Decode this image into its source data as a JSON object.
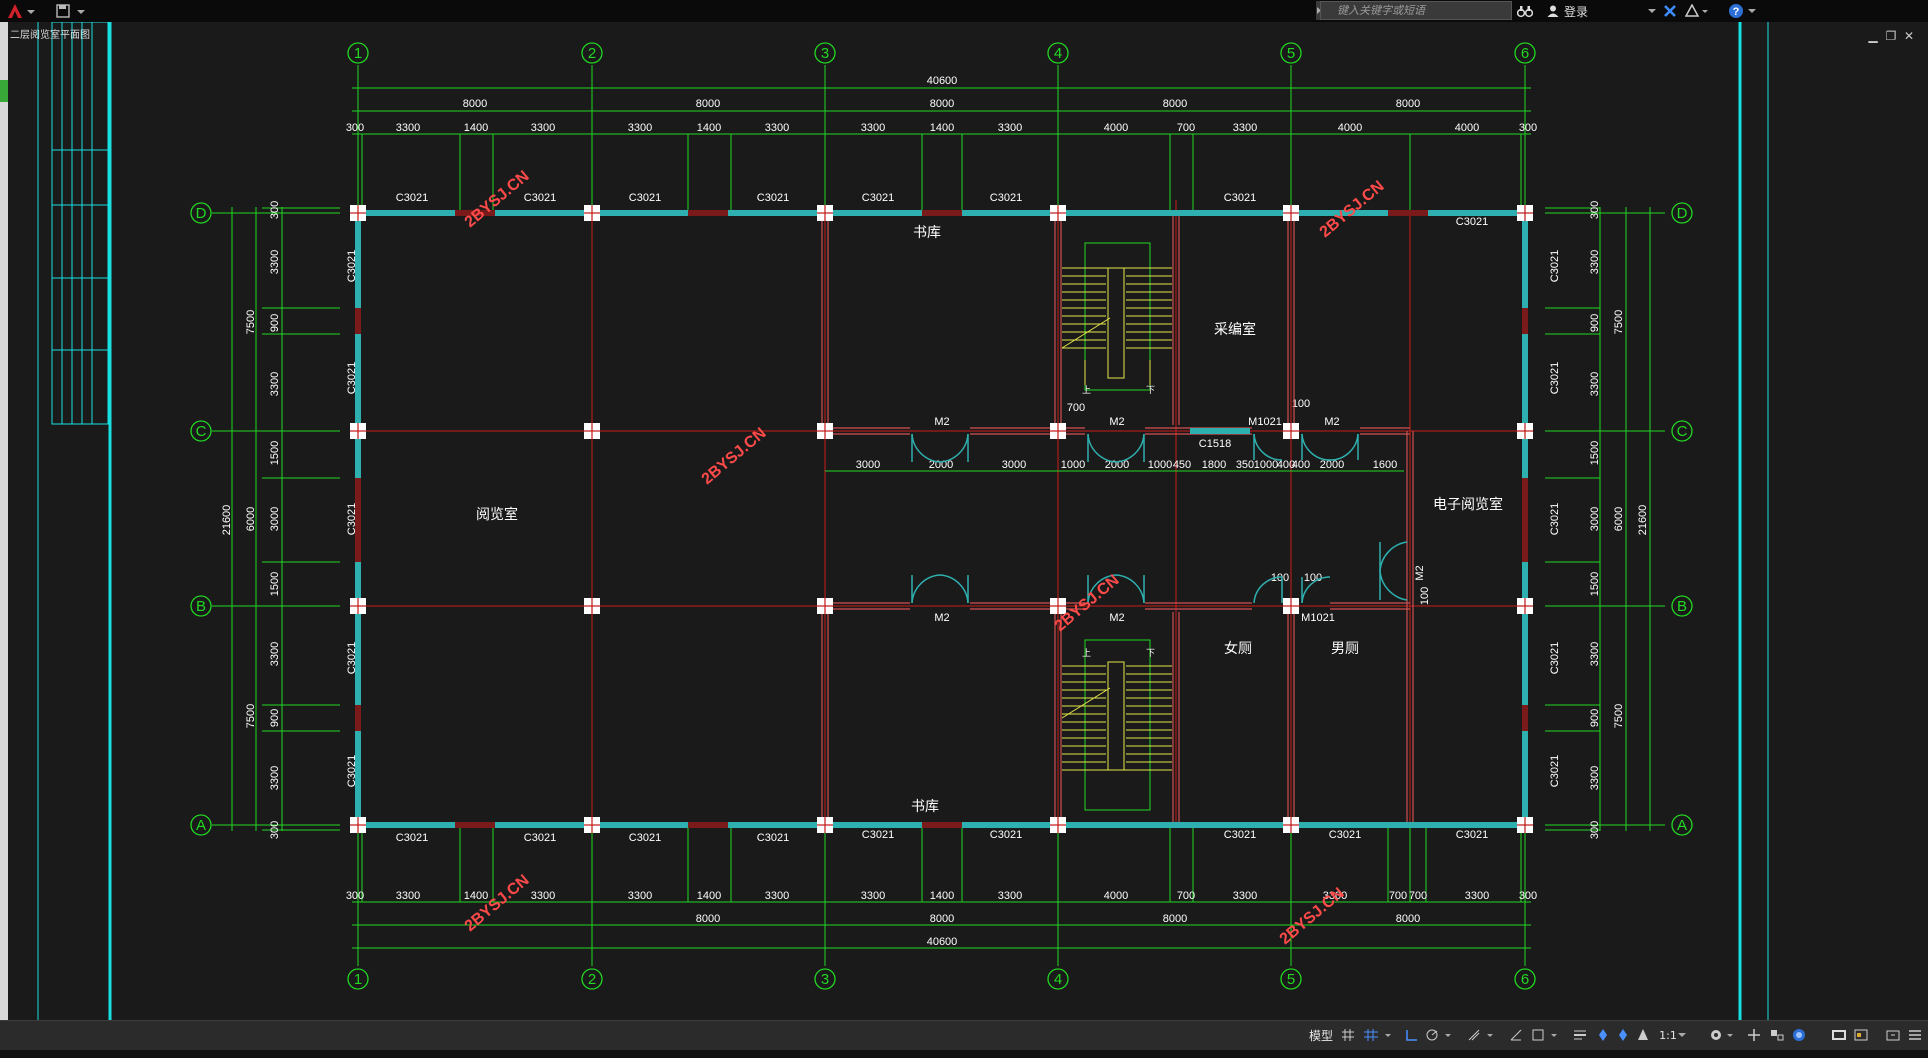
{
  "app": {
    "logo_icon": "autocad-logo-icon",
    "file_fragment": "二层阅览室平面图"
  },
  "search": {
    "placeholder": "键入关键字或短语"
  },
  "user": {
    "login_label": "登录"
  },
  "colors": {
    "background": "#1a1a1a",
    "axis": "#d22020",
    "dim": "#22d822",
    "wall": "#2fb0b0",
    "text": "#ffffff",
    "stair": "#e6e64a",
    "watermark": "#ff4a4a",
    "cyan_frame": "#19e0e0"
  },
  "statusbar": {
    "model_label": "模型",
    "scale_label": "1:1"
  },
  "grid": {
    "x_labels": [
      "1",
      "2",
      "3",
      "4",
      "5",
      "6"
    ],
    "y_labels": [
      "D",
      "C",
      "B",
      "A"
    ]
  },
  "dims": {
    "total": "40600",
    "top_bays": [
      "8000",
      "8000",
      "8000",
      "8000",
      "8000"
    ],
    "top_detail": [
      "300",
      "3300",
      "1400",
      "3300",
      "3300",
      "1400",
      "3300",
      "3300",
      "1400",
      "3300",
      "4000",
      "700",
      "3300",
      "4000",
      "4000",
      "300"
    ],
    "bottom_bays": [
      "8000",
      "8000",
      "8000",
      "8000"
    ],
    "bottom_detail": [
      "300",
      "3300",
      "1400",
      "3300",
      "3300",
      "1400",
      "3300",
      "3300",
      "1400",
      "3300",
      "4000",
      "700",
      "3300",
      "3300",
      "700",
      "700",
      "3300",
      "300"
    ],
    "left_outer": "21600",
    "left_mid": [
      "7500",
      "6000",
      "7500"
    ],
    "left_detail": [
      "300",
      "3300",
      "900",
      "3300",
      "1500",
      "3000",
      "1500",
      "3300",
      "900",
      "3300",
      "300"
    ],
    "right_outer": "21600",
    "right_mid": [
      "7500",
      "6000",
      "7500"
    ],
    "right_detail": [
      "300",
      "3300",
      "900",
      "3300",
      "1500",
      "3000",
      "1500",
      "3300",
      "900",
      "3300",
      "300"
    ],
    "corridor": [
      "3000",
      "2000",
      "3000",
      "1000",
      "2000",
      "1000",
      "450",
      "1800",
      "350",
      "1000",
      "400",
      "400",
      "2000",
      "1600"
    ],
    "small": [
      "700",
      "100",
      "100",
      "100",
      "100",
      "100"
    ]
  },
  "rooms": {
    "reading": "阅览室",
    "book_top": "书库",
    "book_bottom": "书库",
    "editing": "采编室",
    "e_reading": "电子阅览室",
    "female_wc": "女厕",
    "male_wc": "男厕",
    "stair_up": "上",
    "stair_down": "下"
  },
  "windows": {
    "c3021": "C3021",
    "c1518": "C1518",
    "m1021": "M1021",
    "m2": "M2"
  },
  "watermark": "2BYSJ.CN"
}
